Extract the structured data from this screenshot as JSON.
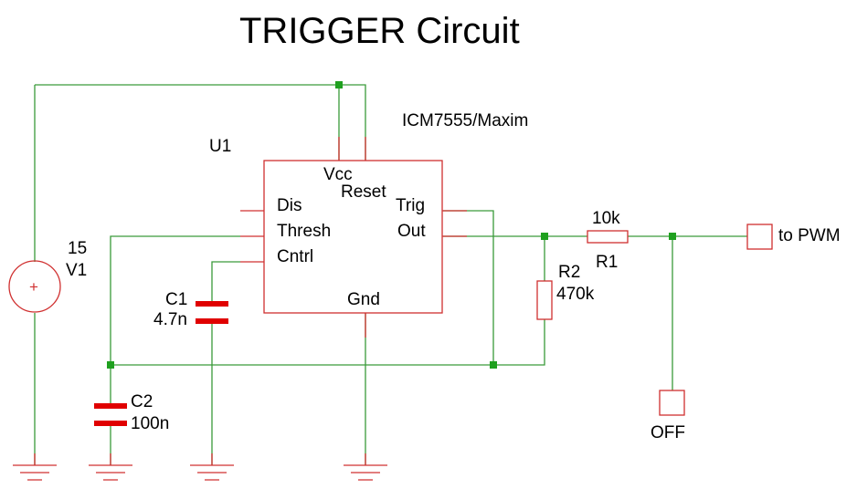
{
  "title": "TRIGGER Circuit",
  "chip": {
    "ref": "U1",
    "model": "ICM7555/Maxim",
    "pins": {
      "vcc": "Vcc",
      "reset": "Reset",
      "dis": "Dis",
      "thresh": "Thresh",
      "cntrl": "Cntrl",
      "trig": "Trig",
      "out": "Out",
      "gnd": "Gnd"
    }
  },
  "source": {
    "value": "15",
    "ref": "V1",
    "symbol": "+"
  },
  "c1": {
    "ref": "C1",
    "value": "4.7n"
  },
  "c2": {
    "ref": "C2",
    "value": "100n"
  },
  "r1": {
    "ref": "R1",
    "value": "10k"
  },
  "r2": {
    "ref": "R2",
    "value": "470k"
  },
  "ports": {
    "pwm": "to PWM",
    "off": "OFF"
  },
  "colors": {
    "wire": "#3a9a3a",
    "part": "#d03030",
    "capacitor": "#e00000",
    "node": "#1fa01f"
  }
}
